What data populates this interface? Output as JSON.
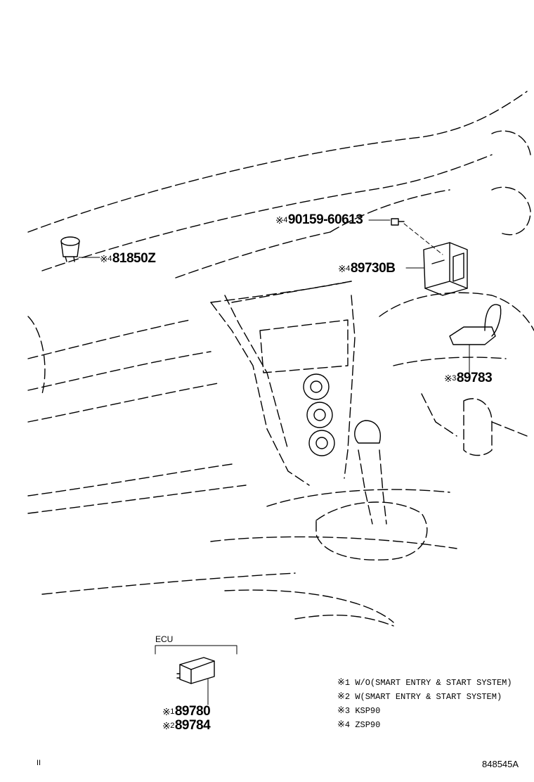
{
  "callouts": {
    "p81850z": {
      "mark": "※",
      "note": "4",
      "part": "81850Z"
    },
    "p90159": {
      "mark": "※",
      "note": "4",
      "part": "90159-60613"
    },
    "p89730b": {
      "mark": "※",
      "note": "4",
      "part": "89730B"
    },
    "p89783": {
      "mark": "※",
      "note": "3",
      "part": "89783"
    },
    "p89780": {
      "mark": "※",
      "note": "1",
      "part": "89780"
    },
    "p89784": {
      "mark": "※",
      "note": "2",
      "part": "89784"
    }
  },
  "ecu_label": "ECU",
  "notes": [
    {
      "mark": "※",
      "num": "1",
      "text": "W/O(SMART ENTRY & START SYSTEM)"
    },
    {
      "mark": "※",
      "num": "2",
      "text": "W(SMART ENTRY & START SYSTEM)"
    },
    {
      "mark": "※",
      "num": "3",
      "text": "KSP90"
    },
    {
      "mark": "※",
      "num": "4",
      "text": "ZSP90"
    }
  ],
  "footer": {
    "left": "II",
    "code": "848545A"
  }
}
